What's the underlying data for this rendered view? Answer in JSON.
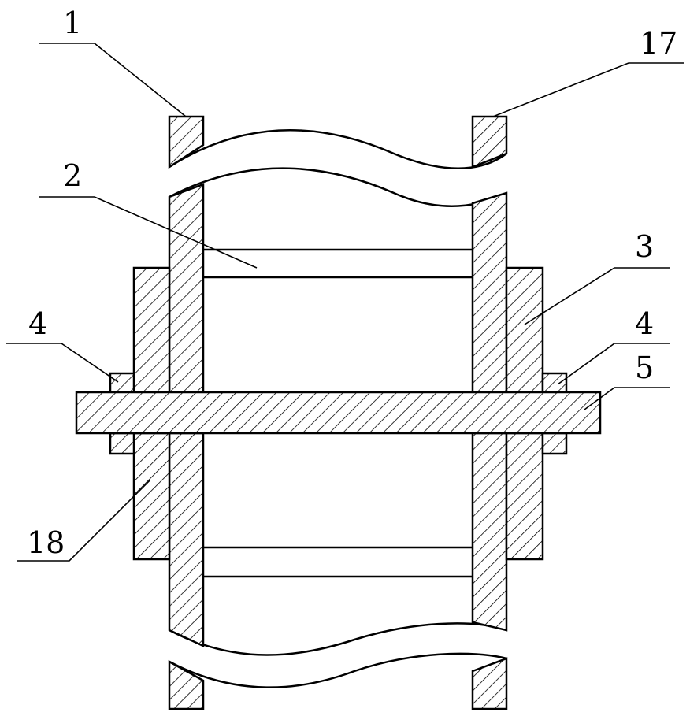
{
  "labels": {
    "part_1": "1",
    "part_2": "2",
    "part_3": "3",
    "part_4_left": "4",
    "part_4_right": "4",
    "part_5": "5",
    "part_17": "17",
    "part_18": "18"
  },
  "colors": {
    "stroke": "#000000",
    "background": "#ffffff"
  }
}
